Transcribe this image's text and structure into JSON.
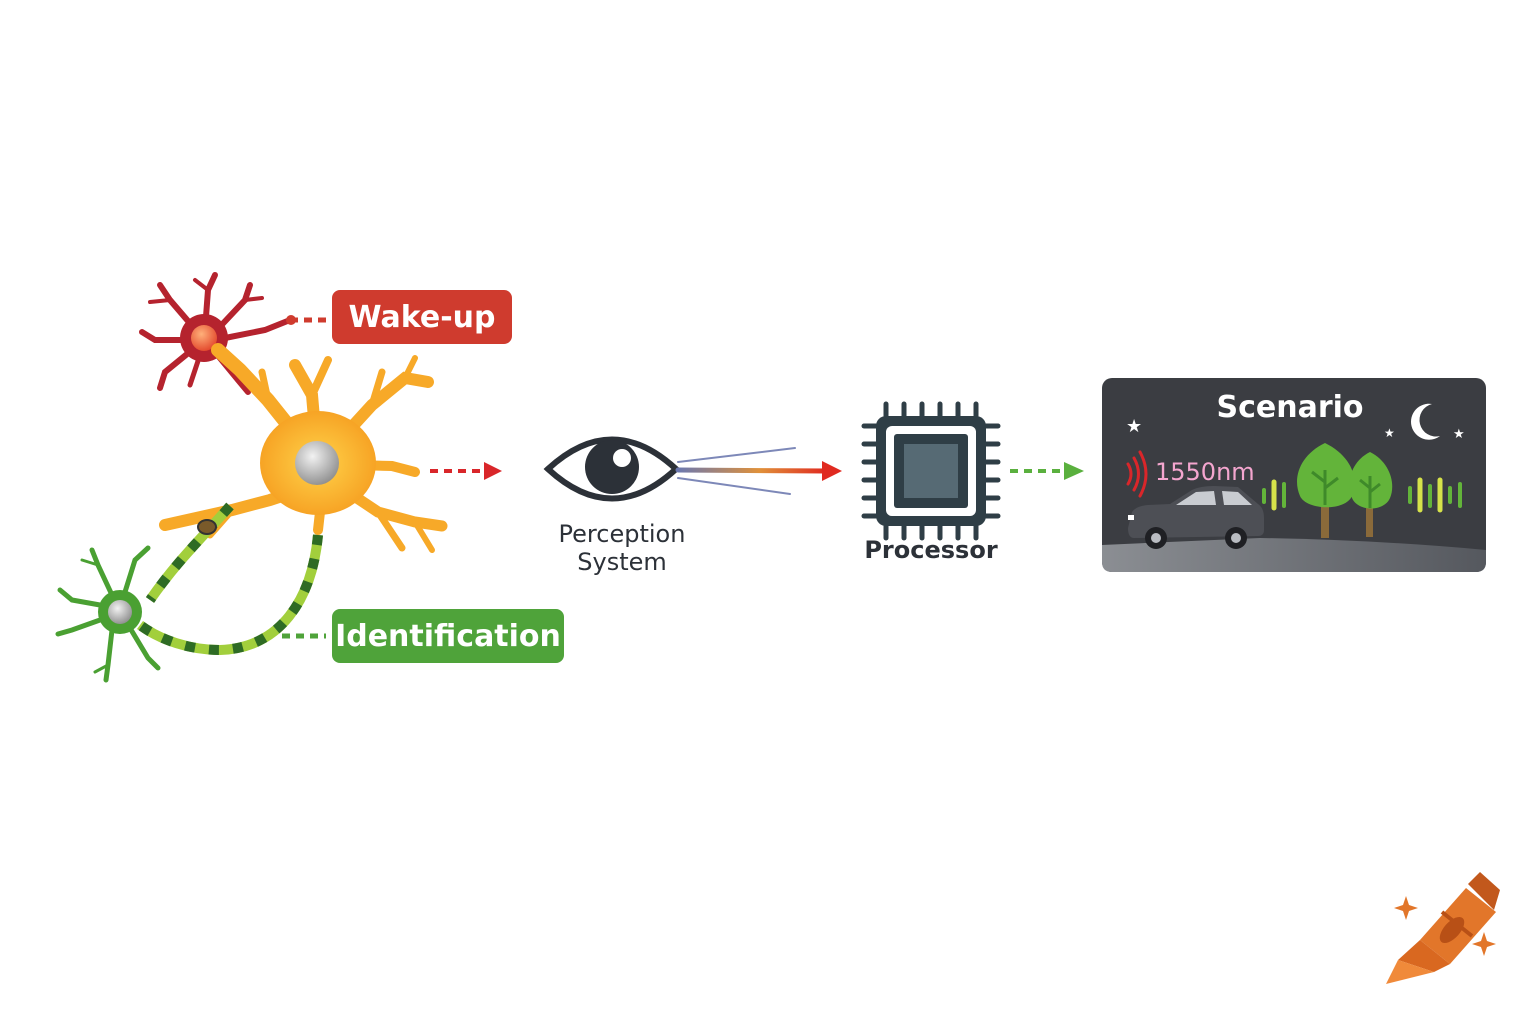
{
  "labels": {
    "wake_up": "Wake-up",
    "identification": "Identification",
    "perception_system": "Perception System",
    "processor": "Processor",
    "scenario": "Scenario",
    "wavelength": "1550nm"
  },
  "colors": {
    "wake_up": "#cf3b2e",
    "identification": "#4fa33a",
    "central_neuron": "#f5a623",
    "scenario_bg": "#3b3d42",
    "wavelength_text": "#f4a6cf",
    "chip": "#2f3e46",
    "crayon": "#e2762a"
  },
  "icons": [
    "red-neuron-icon",
    "orange-neuron-icon",
    "green-neuron-icon",
    "eye-icon",
    "chip-icon",
    "car-icon",
    "tree-icon",
    "moon-icon",
    "signal-wave-icon",
    "crayon-icon"
  ]
}
